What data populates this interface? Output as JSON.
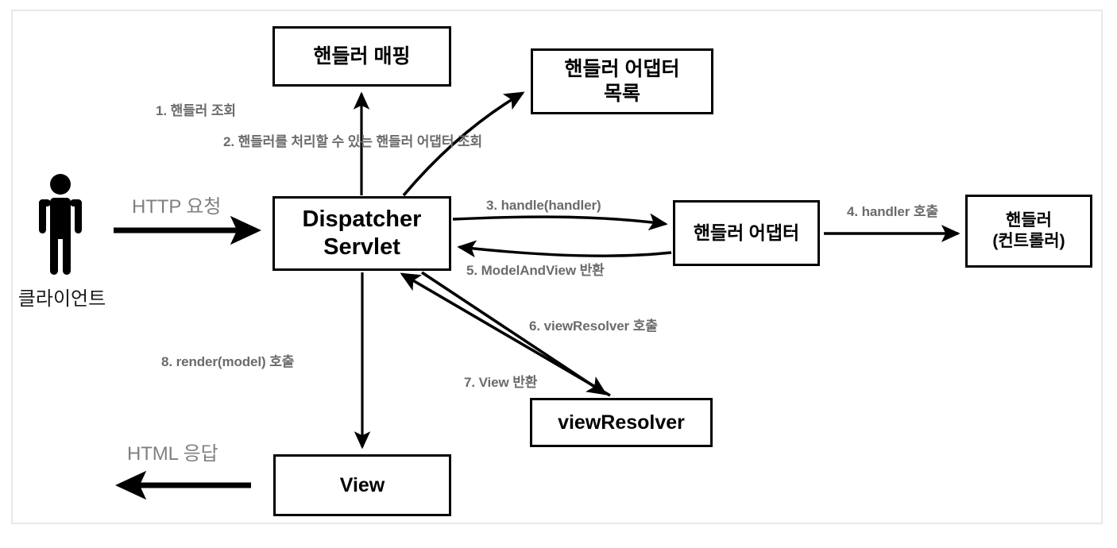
{
  "diagram": {
    "title": "Spring MVC DispatcherServlet flow",
    "colors": {
      "stroke": "#000000",
      "node_fill": "#ffffff",
      "step_label": "#6b6b6b",
      "plain_label": "#808080",
      "frame_border": "#e8e8e8",
      "background": "#ffffff"
    },
    "actor": {
      "icon": "person-icon",
      "caption": "클라이언트"
    },
    "nodes": [
      {
        "id": "handler-mapping",
        "label": "핸들러 매핑"
      },
      {
        "id": "adapter-list",
        "label": "핸들러 어댑터\n목록"
      },
      {
        "id": "dispatcher",
        "label": "Dispatcher\nServlet"
      },
      {
        "id": "handler-adapter",
        "label": "핸들러 어댑터"
      },
      {
        "id": "handler-ctrl",
        "label": "핸들러\n(컨트롤러)"
      },
      {
        "id": "view-resolver",
        "label": "viewResolver"
      },
      {
        "id": "view",
        "label": "View"
      }
    ],
    "edges": [
      {
        "id": "http-request",
        "label": "HTTP 요청",
        "from": "client",
        "to": "dispatcher"
      },
      {
        "id": "step-1",
        "label": "1. 핸들러 조회",
        "from": "dispatcher",
        "to": "handler-mapping"
      },
      {
        "id": "step-2",
        "label": "2. 핸들러를 처리할 수 있는 핸들러 어댑터 조회",
        "from": "dispatcher",
        "to": "adapter-list"
      },
      {
        "id": "step-3",
        "label": "3. handle(handler)",
        "from": "dispatcher",
        "to": "handler-adapter"
      },
      {
        "id": "step-4",
        "label": "4. handler 호출",
        "from": "handler-adapter",
        "to": "handler-ctrl"
      },
      {
        "id": "step-5",
        "label": "5. ModelAndView 반환",
        "from": "handler-adapter",
        "to": "dispatcher"
      },
      {
        "id": "step-6",
        "label": "6. viewResolver 호출",
        "from": "dispatcher",
        "to": "view-resolver"
      },
      {
        "id": "step-7",
        "label": "7. View 반환",
        "from": "view-resolver",
        "to": "dispatcher"
      },
      {
        "id": "step-8",
        "label": "8. render(model) 호출",
        "from": "dispatcher",
        "to": "view"
      },
      {
        "id": "http-response",
        "label": "HTML 응답",
        "from": "view",
        "to": "client"
      }
    ]
  }
}
